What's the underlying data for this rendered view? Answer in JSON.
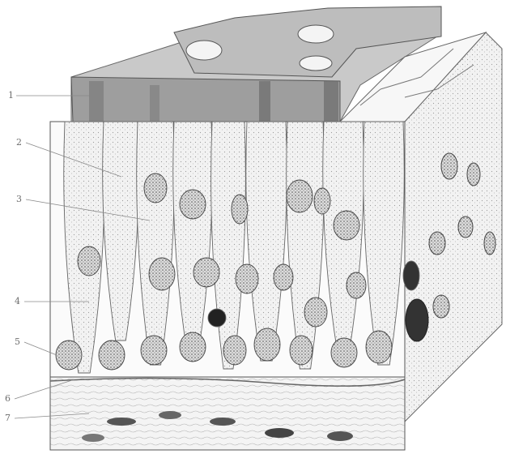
{
  "figure": {
    "labels": [
      "1",
      "2",
      "3",
      "4",
      "5",
      "6",
      "7"
    ],
    "colors": {
      "ink": "#4a4a4a",
      "light_ink": "#8a8a8a",
      "paper": "#ffffff",
      "shade": "#a8a8a8",
      "pale": "#ececec"
    }
  }
}
